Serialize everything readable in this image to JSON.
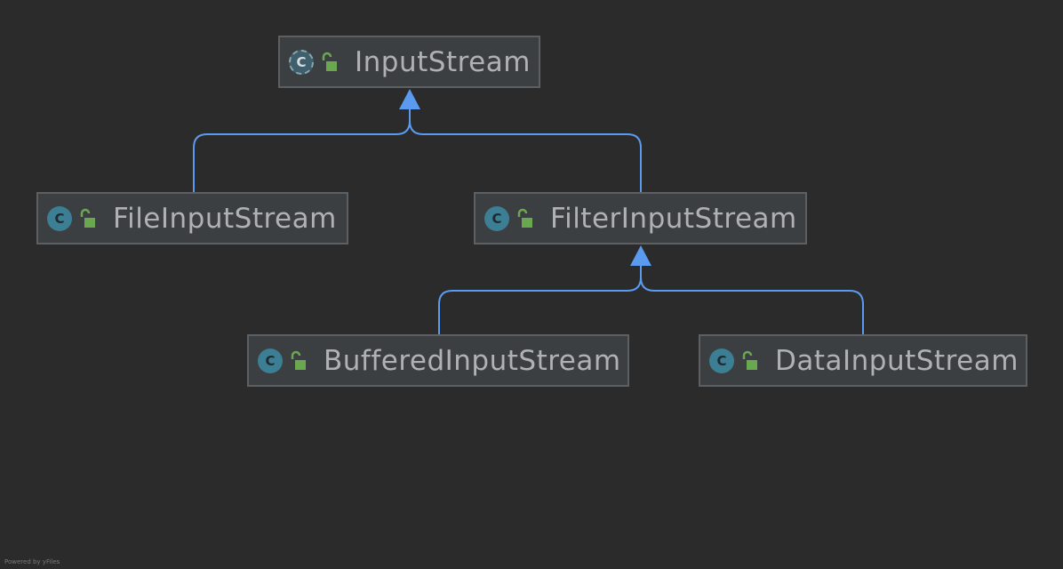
{
  "diagram": {
    "nodes": [
      {
        "id": "InputStream",
        "label": "InputStream",
        "icon": "abstract-class-icon",
        "visibility": "public-icon"
      },
      {
        "id": "FileInputStream",
        "label": "FileInputStream",
        "icon": "class-icon",
        "visibility": "public-icon"
      },
      {
        "id": "FilterInputStream",
        "label": "FilterInputStream",
        "icon": "class-icon",
        "visibility": "public-icon"
      },
      {
        "id": "BufferedInputStream",
        "label": "BufferedInputStream",
        "icon": "class-icon",
        "visibility": "public-icon"
      },
      {
        "id": "DataInputStream",
        "label": "DataInputStream",
        "icon": "class-icon",
        "visibility": "public-icon"
      }
    ],
    "edges": [
      {
        "from": "FileInputStream",
        "to": "InputStream",
        "type": "extends"
      },
      {
        "from": "FilterInputStream",
        "to": "InputStream",
        "type": "extends"
      },
      {
        "from": "BufferedInputStream",
        "to": "FilterInputStream",
        "type": "extends"
      },
      {
        "from": "DataInputStream",
        "to": "FilterInputStream",
        "type": "extends"
      }
    ],
    "class_icon_letter": "C",
    "colors": {
      "background": "#2b2b2b",
      "node_fill": "#3c3f41",
      "node_border": "#5d5f61",
      "label_text": "#afb1b3",
      "edge": "#5a9bf0",
      "class_icon": "#3c7e93",
      "public_lock": "#6aa84f"
    }
  },
  "footer": {
    "text": "Powered by yFiles"
  }
}
